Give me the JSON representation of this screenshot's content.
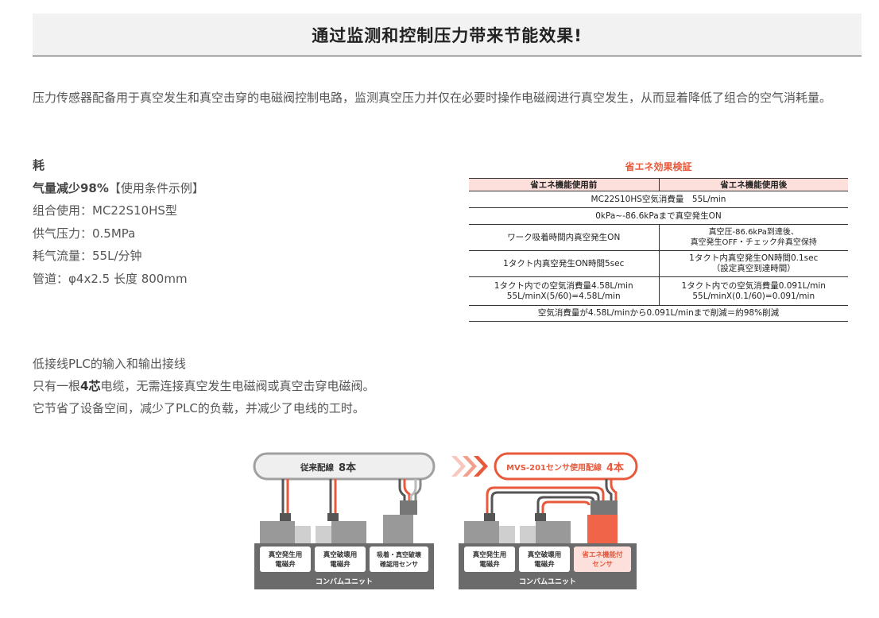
{
  "header": {
    "title": "通过监测和控制压力带来节能效果!"
  },
  "intro": {
    "text": "压力传感器配备用于真空发生和真空击穿的电磁阀控制电路，监测真空压力并仅在必要时操作电磁阀进行真空发生，从而显着降低了组合的空气消耗量。"
  },
  "spec": {
    "line1": "耗",
    "line2": "气量减少98%",
    "line2_suffix": "【使用条件示例】",
    "line3": "组合使用：MC22S10HS型",
    "line4": "供气压力：0.5MPa",
    "line5": "耗气流量：55L/分钟",
    "line6": "管道：φ4x2.5 长度 800mm"
  },
  "table": {
    "title": "省エネ効果検証",
    "headers": [
      "省エネ機能使用前",
      "省エネ機能使用後"
    ],
    "row1": "MC22S10HS空気消費量　55L/min",
    "row2": "0kPa~-86.6kPaまで真空発生ON",
    "row3_left": "ワーク吸着時間内真空発生ON",
    "row3_right_a": "真空圧-86.6kPa到達後、",
    "row3_right_b": "真空発生OFF・チェック弁真空保持",
    "row4_left": "1タクト内真空発生ON時間5sec",
    "row4_right_a": "1タクト内真空発生ON時間0.1sec",
    "row4_right_b": "（設定真空到達時間）",
    "row5_left_a": "1タクト内での空気消費量4.58L/min",
    "row5_left_b": "55L/minX(5/60)=4.58L/min",
    "row5_right_a": "1タクト内での空気消費量0.091L/min",
    "row5_right_b": "55L/minX(0.1/60)=0.091/min",
    "row6": "空気消費量が4.58L/minから0.091L/minまで削減＝約98%削減"
  },
  "wiring": {
    "line1": "低接线PLC的输入和输出接线",
    "line2_pre": "只有一根",
    "line2_bold": "4芯",
    "line2_post": "电缆，无需连接真空发生电磁阀或真空击穿电磁阀。",
    "line3": "它节省了设备空间，减少了PLC的负载，并减少了电线的工时。"
  },
  "diagram": {
    "left_label": "従来配線",
    "left_count": "8本",
    "right_label": "MVS-201センサ使用配線",
    "right_count": "4本",
    "unit_label": "コンバムユニット",
    "left_boxes": [
      [
        "真空発生用",
        "電磁弁"
      ],
      [
        "真空破壊用",
        "電磁弁"
      ],
      [
        "吸着・真空破壊",
        "確認用センサ"
      ]
    ],
    "right_boxes": [
      [
        "真空発生用",
        "電磁弁"
      ],
      [
        "真空破壊用",
        "電磁弁"
      ],
      [
        "省エネ機能付",
        "センサ"
      ]
    ]
  },
  "colors": {
    "accent": "#e8583a",
    "table_header": "#fde0dc",
    "unit_bg": "#6b6b6b"
  }
}
